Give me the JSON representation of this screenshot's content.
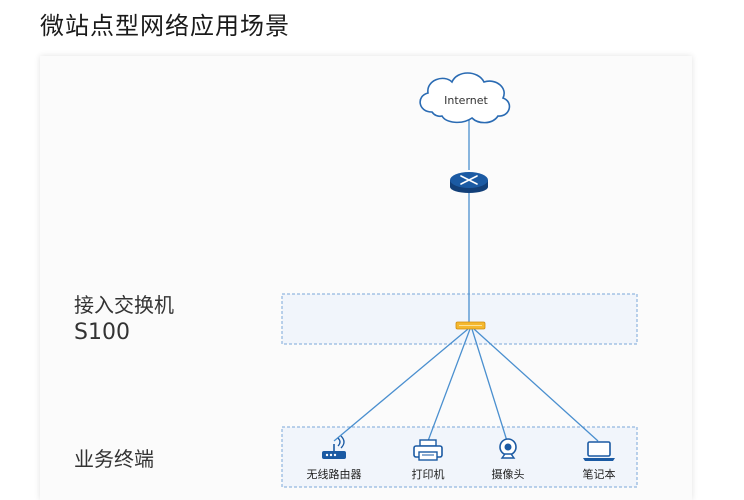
{
  "title": "微站点型网络应用场景",
  "cloud_label": "Internet",
  "access_layer": {
    "name": "接入交换机",
    "model": "S100"
  },
  "terminal_layer": {
    "name": "业务终端"
  },
  "devices": [
    {
      "label": "无线路由器",
      "icon": "wireless-router-icon"
    },
    {
      "label": "打印机",
      "icon": "printer-icon"
    },
    {
      "label": "摄像头",
      "icon": "camera-icon"
    },
    {
      "label": "笔记本",
      "icon": "laptop-icon"
    }
  ],
  "colors": {
    "link": "#4a8fcf",
    "router": "#1b5aa3",
    "switch": "#f5b82e",
    "zone_border": "#7aa7d8",
    "zone_fill": "#f1f5fb"
  }
}
